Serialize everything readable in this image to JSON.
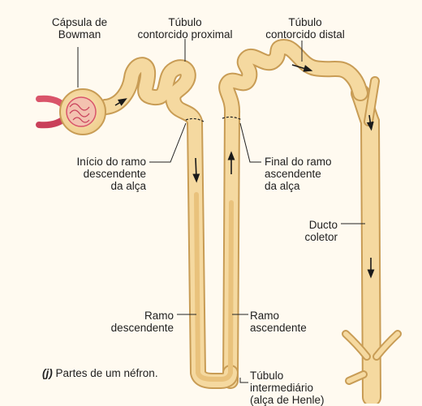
{
  "labels": {
    "bowman": "Cápsula de\nBowman",
    "proximal": "Túbulo\ncontorcido proximal",
    "distal": "Túbulo\ncontorcido distal",
    "inicio_descendente": "Início do ramo\ndescendente\nda alça",
    "final_ascendente": "Final do ramo\nascendente\nda alça",
    "ducto": "Ducto\ncoletor",
    "ramo_descendente": "Ramo\ndescendente",
    "ramo_ascendente": "Ramo\nascendente",
    "tubulo_intermediario": "Túbulo\nintermediário\n(alça de Henle)"
  },
  "caption": {
    "marker": "(j)",
    "text": " Partes de um néfron."
  },
  "colors": {
    "background": "#fffaf0",
    "tubule": "#f5d9a0",
    "tubule_outline": "#c89c55",
    "vessel": "#d9546a",
    "leader": "#222222",
    "arrow": "#1a1a1a"
  }
}
